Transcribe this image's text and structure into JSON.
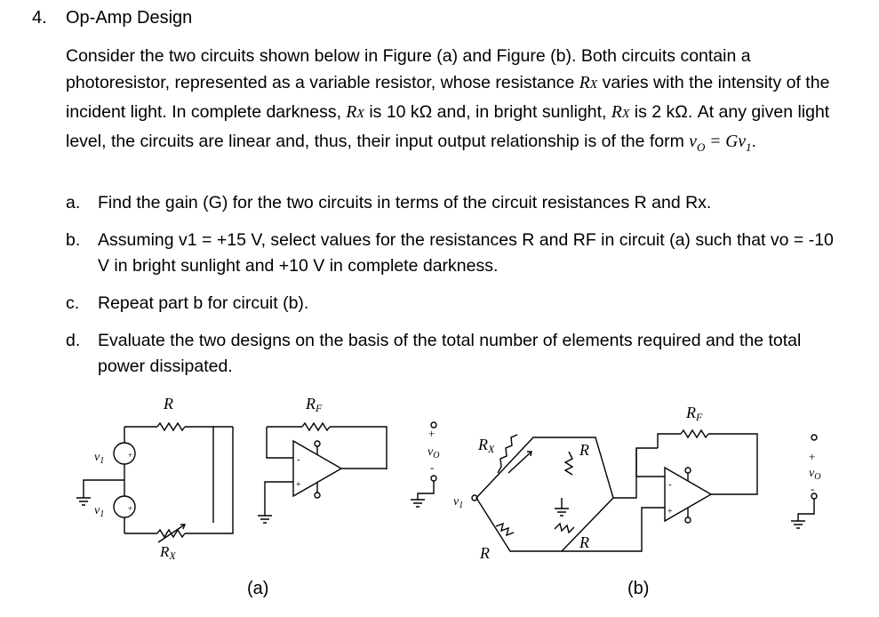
{
  "problem": {
    "number": "4.",
    "title": "Op-Amp Design"
  },
  "intro": {
    "s1": "Consider the two circuits shown below in Figure (a) and Figure (b).  Both circuits contain a photoresistor, represented as a variable resistor, whose resistance ",
    "rx": "Rx",
    "s2": " varies with the intensity of the incident light.  In complete darkness, ",
    "s3": " is 10 kΩ and, in bright sunlight, ",
    "s4": " is 2 kΩ.  At any given light level, the circuits are linear and, thus, their input output relationship is of the form ",
    "equation": "vo = Gv1",
    "end": "."
  },
  "parts": [
    {
      "label": "a.",
      "text": "Find the gain (G) for the two circuits in terms of the circuit resistances R and Rx."
    },
    {
      "label": "b.",
      "text": "Assuming v1 = +15 V, select values for the resistances R and RF  in circuit (a) such that vo = -10 V in bright sunlight and +10 V in complete darkness."
    },
    {
      "label": "c.",
      "text": "Repeat part b for circuit (b)."
    },
    {
      "label": "d.",
      "text": "Evaluate the two designs on the basis of the total number of elements required and the total power dissipated."
    }
  ],
  "figure_a": {
    "caption": "(a)",
    "R": "R",
    "RF": "RF",
    "RX": "RX",
    "v1_top": "v1",
    "v1_bottom": "v1",
    "vo": "vO",
    "plus": "+",
    "minus": "-"
  },
  "figure_b": {
    "caption": "(b)",
    "RF": "RF",
    "RX": "RX",
    "R_top": "R",
    "R_left": "R",
    "R_right": "R",
    "v1": "v1",
    "vo": "vO",
    "plus": "+",
    "minus": "-"
  }
}
